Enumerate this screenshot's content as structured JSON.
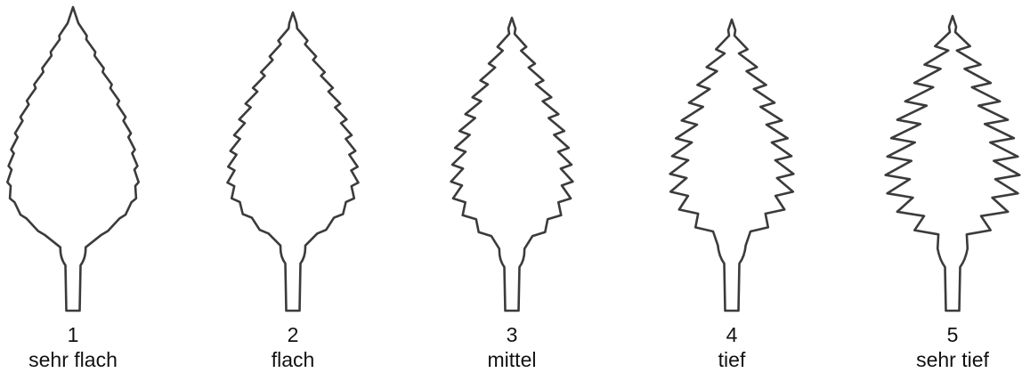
{
  "figure": {
    "leaves": [
      {
        "number": "1",
        "label": "sehr flach"
      },
      {
        "number": "2",
        "label": "flach"
      },
      {
        "number": "3",
        "label": "mittel"
      },
      {
        "number": "4",
        "label": "tief"
      },
      {
        "number": "5",
        "label": "sehr tief"
      }
    ]
  }
}
